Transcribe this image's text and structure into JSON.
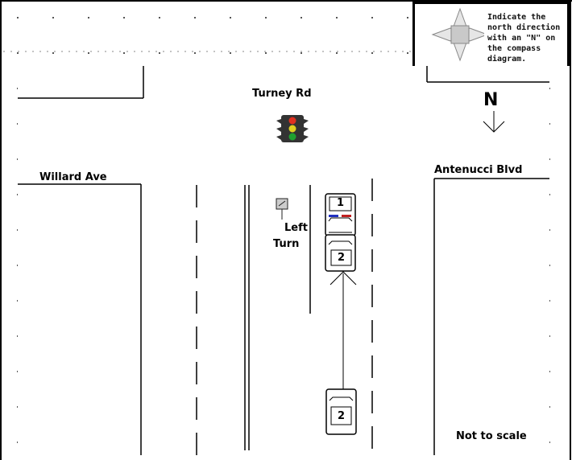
{
  "compass_instruction": "Indicate the north direction with an \"N\" on the compass diagram.",
  "north_label": "N",
  "streets": {
    "top": "Turney Rd",
    "left": "Willard Ave",
    "right": "Antenucci Blvd"
  },
  "left_turn_sign": {
    "line1": "Left",
    "line2": "Turn"
  },
  "vehicles": [
    {
      "number": "1"
    },
    {
      "number": "2"
    },
    {
      "number": "2"
    }
  ],
  "scale_note": "Not to scale",
  "colors": {
    "light_red": "#e03020",
    "light_yellow": "#e0d020",
    "light_green": "#20a030",
    "housing": "#333333"
  }
}
